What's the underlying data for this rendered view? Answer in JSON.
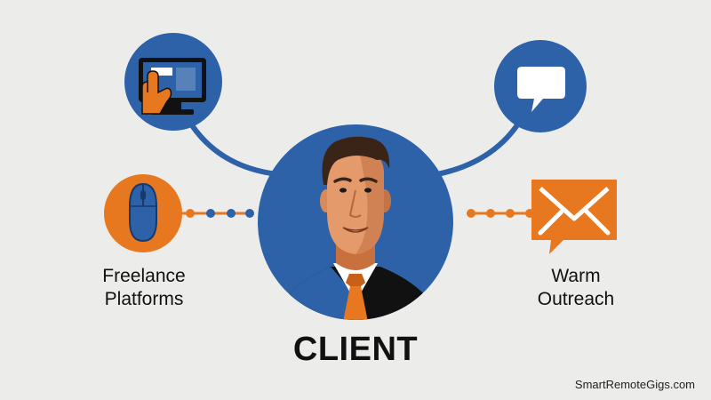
{
  "diagram": {
    "center": {
      "label": "CLIENT"
    },
    "left": {
      "label_lines": [
        "Freelance",
        "Platforms"
      ]
    },
    "right": {
      "label_lines": [
        "Warm",
        "Outreach"
      ]
    }
  },
  "watermark": "SmartRemoteGigs.com",
  "icons": {
    "top_left": "computer-hand-icon",
    "top_right": "chat-bubble-icon",
    "mid_left": "mouse-icon",
    "mid_right": "envelope-icon",
    "center": "businessman-avatar"
  },
  "colors": {
    "background": "#ececea",
    "primary_blue": "#2d62a8",
    "accent_orange": "#e8781f",
    "text": "#111111"
  }
}
